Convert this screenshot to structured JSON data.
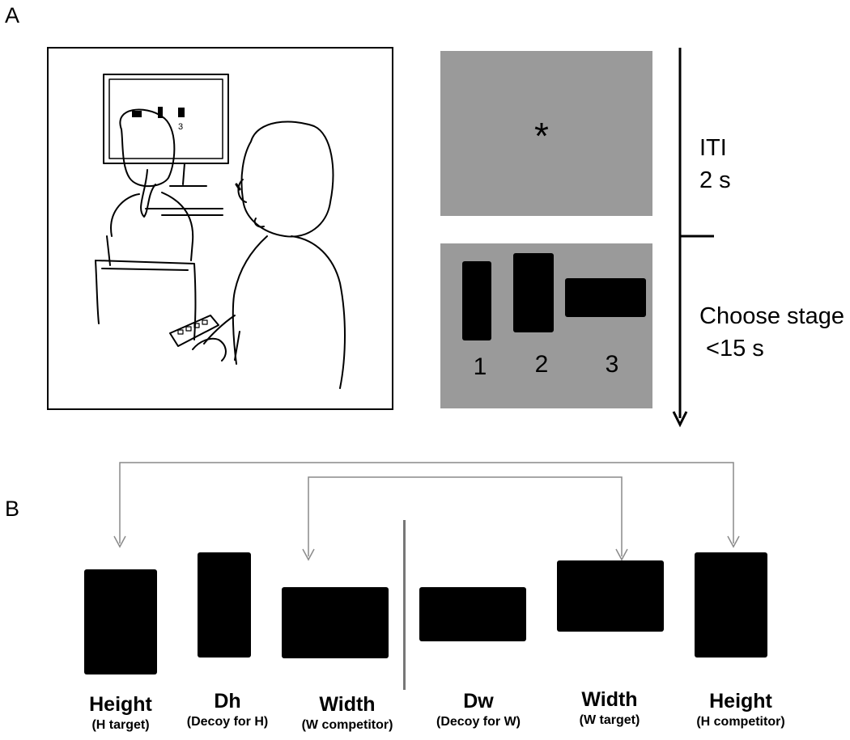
{
  "panel_a": {
    "label": "A",
    "illustration_digit": "3",
    "iti_screen": {
      "fixation": "*"
    },
    "choice_screen": {
      "numbers": [
        "1",
        "2",
        "3"
      ]
    },
    "timeline": {
      "iti_line1": "ITI",
      "iti_line2": "2 s",
      "choose_line1": "Choose stage",
      "choose_line2": " <15 s"
    }
  },
  "panel_b": {
    "label": "B",
    "stimuli": [
      {
        "name": "Height",
        "role": "(H target)"
      },
      {
        "name": "Dh",
        "role": "(Decoy for H)"
      },
      {
        "name": "Width",
        "role": "(W competitor)"
      },
      {
        "name": "Dw",
        "role": "(Decoy for W)"
      },
      {
        "name": "Width",
        "role": "(W target)"
      },
      {
        "name": "Height",
        "role": "(H competitor)"
      }
    ]
  },
  "colors": {
    "screen_gray": "#9a9a9a",
    "stimulus_black": "#000000",
    "arrow_gray": "#8a8a8a"
  }
}
